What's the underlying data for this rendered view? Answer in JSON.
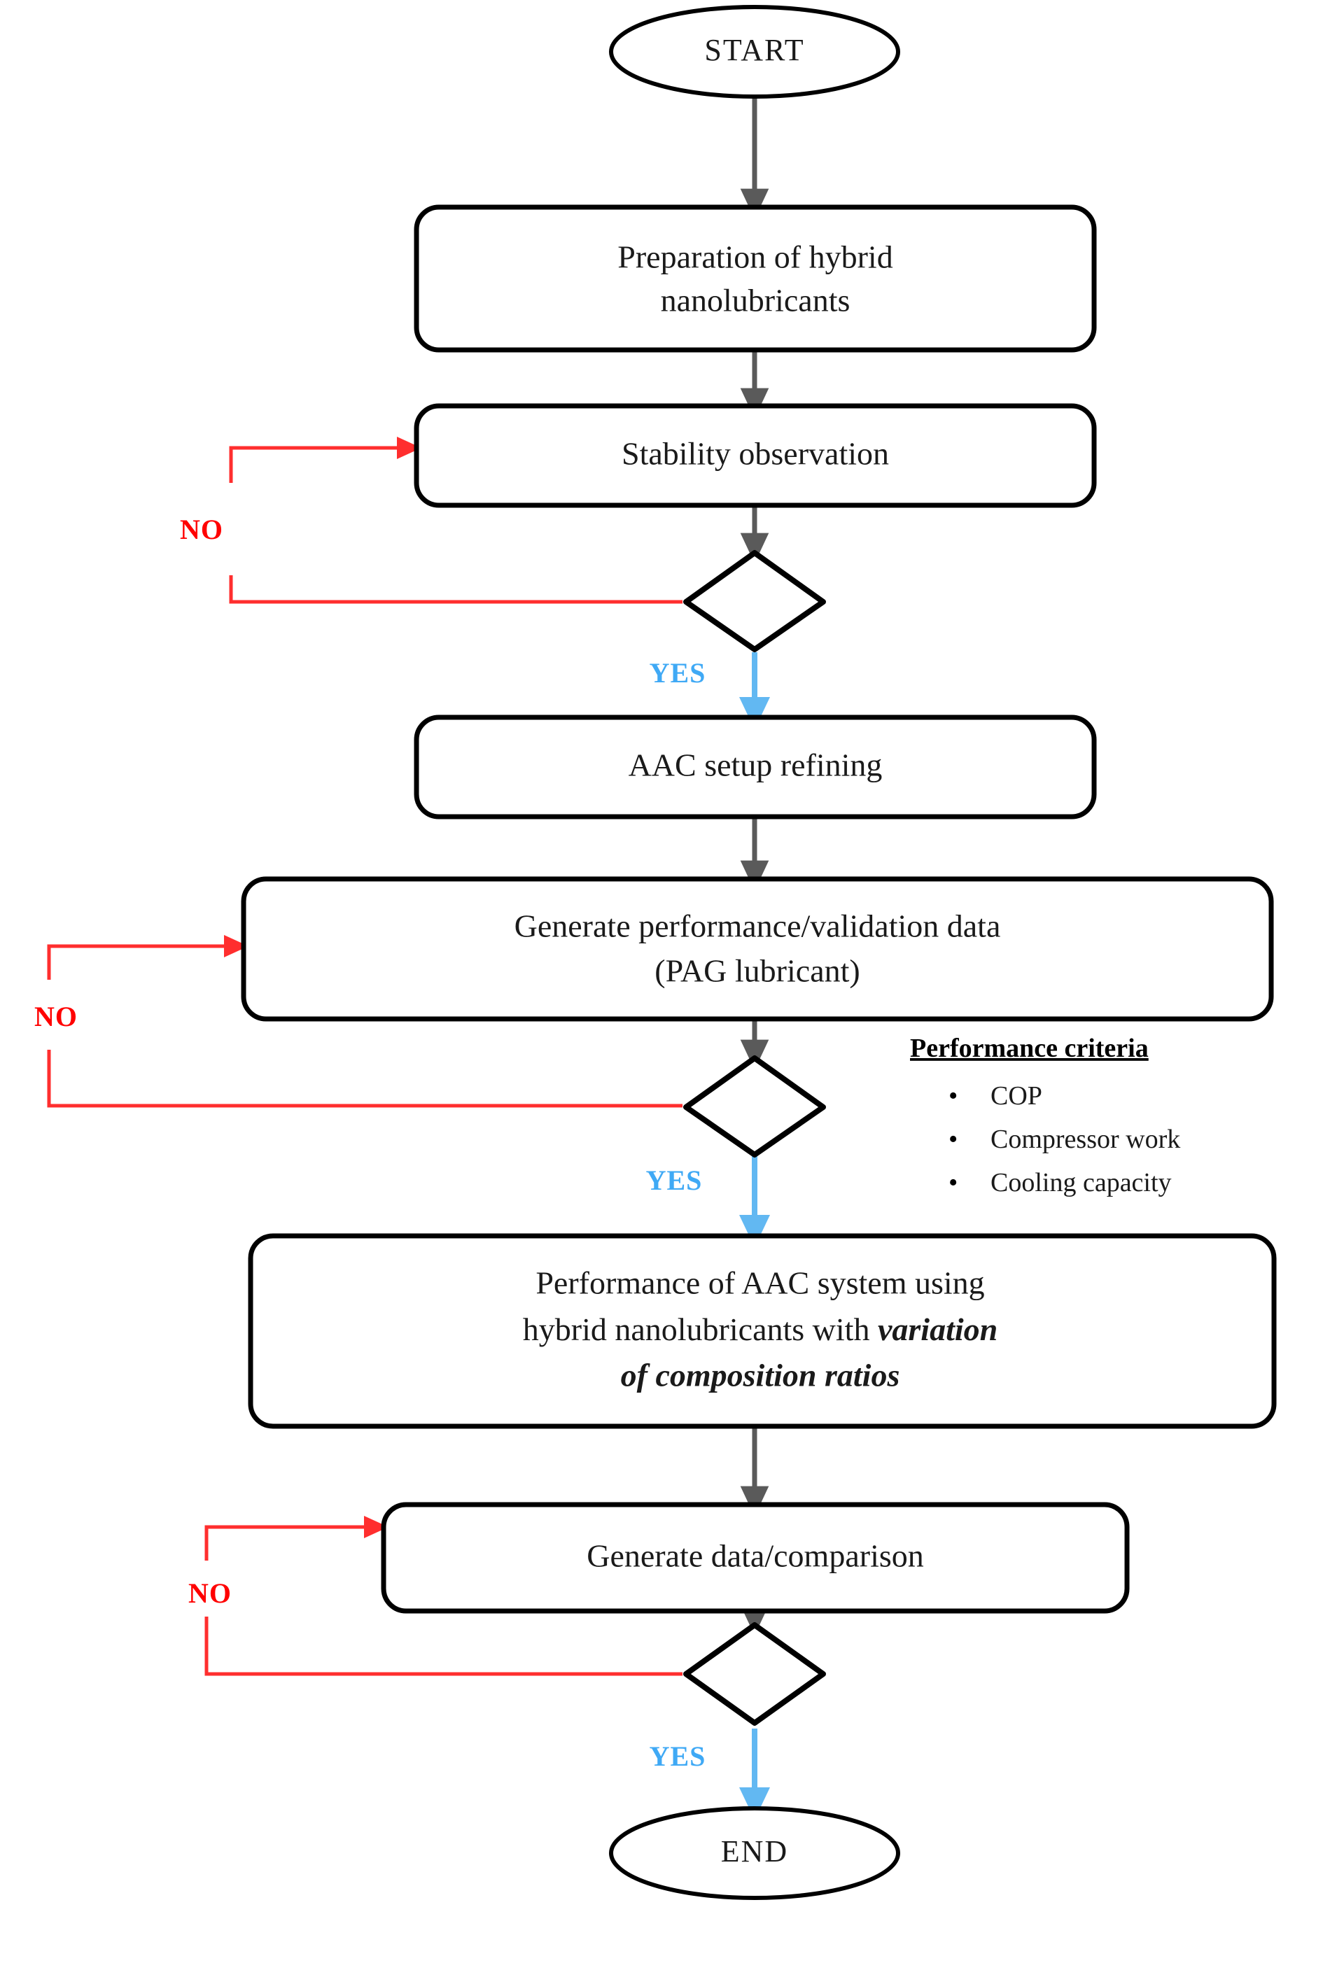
{
  "diagram": {
    "type": "flowchart",
    "title": "Research methodology flowchart for hybrid nanolubricants in an AAC system",
    "colors": {
      "node_stroke": "#000000",
      "node_fill": "#ffffff",
      "main_connector": "#5a5a5a",
      "no_branch": "#FF0000",
      "yes_branch": "#3FA9F5",
      "text": "#1a1a1a"
    }
  },
  "nodes": {
    "start": {
      "label": "START",
      "shape": "oval"
    },
    "preparation": {
      "line1": "Preparation of hybrid",
      "line2": "nanolubricants",
      "shape": "rounded-rect"
    },
    "stability": {
      "label": "Stability observation",
      "shape": "rounded-rect"
    },
    "decision1": {
      "label": "",
      "shape": "diamond"
    },
    "setup": {
      "label": "AAC setup refining",
      "shape": "rounded-rect"
    },
    "generate_validation": {
      "line1": "Generate performance/validation data",
      "line2": "(PAG lubricant)",
      "shape": "rounded-rect"
    },
    "decision2": {
      "label": "",
      "shape": "diamond"
    },
    "performance": {
      "line1": "Performance of AAC system using",
      "line2_plain": "hybrid nanolubricants with ",
      "line2_emph": "variation",
      "line3_emph": "of composition ratios",
      "shape": "rounded-rect"
    },
    "generate_comparison": {
      "label": "Generate data/comparison",
      "shape": "rounded-rect"
    },
    "decision3": {
      "label": "",
      "shape": "diamond"
    },
    "end": {
      "label": "END",
      "shape": "oval"
    }
  },
  "branches": {
    "no_label": "NO",
    "yes_label": "YES",
    "no_1": "NO",
    "no_2": "NO",
    "no_3": "NO",
    "yes_1": "YES",
    "yes_2": "YES",
    "yes_3": "YES"
  },
  "annotation": {
    "criteria_title": "Performance criteria",
    "criteria_items": [
      "COP",
      "Compressor work",
      "Cooling capacity"
    ],
    "bullet_glyph": "•"
  }
}
